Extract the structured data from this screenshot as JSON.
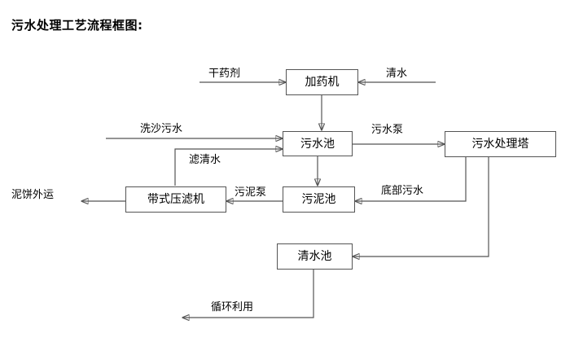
{
  "title": "污水处理工艺流程框图:",
  "nodes": {
    "dosing_machine": "加药机",
    "sewage_pool": "污水池",
    "treatment_tower": "污水处理塔",
    "belt_filter_press": "带式压滤机",
    "sludge_pool": "污泥池",
    "clean_water_pool": "清水池"
  },
  "terminals": {
    "dry_agent": "干药剂",
    "clean_water_in": "清水",
    "sand_wash_sewage": "洗沙污水",
    "mud_cake_out": "泥饼外运",
    "recycle_use": "循环利用"
  },
  "edge_labels": {
    "filtered_water": "滤清水",
    "sewage_pump": "污水泵",
    "sludge_pump": "污泥泵",
    "bottom_sewage": "底部污水"
  },
  "colors": {
    "stroke": "#555555",
    "text": "#000000",
    "background": "#ffffff"
  },
  "chart_data": {
    "type": "diagram",
    "title": "污水处理工艺流程框图:",
    "nodes": [
      {
        "id": "dosing_machine",
        "label": "加药机"
      },
      {
        "id": "sewage_pool",
        "label": "污水池"
      },
      {
        "id": "treatment_tower",
        "label": "污水处理塔"
      },
      {
        "id": "belt_filter_press",
        "label": "带式压滤机"
      },
      {
        "id": "sludge_pool",
        "label": "污泥池"
      },
      {
        "id": "clean_water_pool",
        "label": "清水池"
      }
    ],
    "edges": [
      {
        "from": "干药剂",
        "to": "加药机",
        "label": ""
      },
      {
        "from": "清水",
        "to": "加药机",
        "label": ""
      },
      {
        "from": "加药机",
        "to": "污水池",
        "label": ""
      },
      {
        "from": "洗沙污水",
        "to": "污水池",
        "label": ""
      },
      {
        "from": "带式压滤机",
        "to": "污水池",
        "label": "滤清水"
      },
      {
        "from": "污水池",
        "to": "污水处理塔",
        "label": "污水泵"
      },
      {
        "from": "污水池",
        "to": "污泥池",
        "label": ""
      },
      {
        "from": "污泥池",
        "to": "带式压滤机",
        "label": "污泥泵"
      },
      {
        "from": "污水处理塔",
        "to": "污泥池",
        "label": "底部污水"
      },
      {
        "from": "带式压滤机",
        "to": "泥饼外运",
        "label": ""
      },
      {
        "from": "污水处理塔",
        "to": "清水池",
        "label": ""
      },
      {
        "from": "清水池",
        "to": "循环利用",
        "label": ""
      }
    ]
  }
}
